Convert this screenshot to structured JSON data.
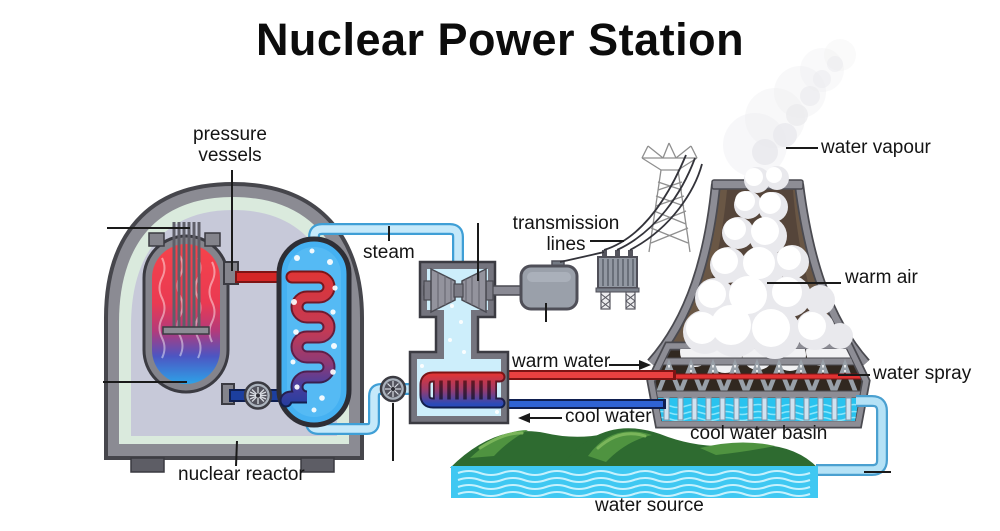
{
  "title": "Nuclear Power Station",
  "labels": {
    "pressure_vessels": "pressure vessels",
    "steam": "steam",
    "transmission_lines": "transmission lines",
    "water_vapour": "water vapour",
    "warm_air": "warm air",
    "warm_water": "warm water",
    "water_spray": "water spray",
    "cool_water": "cool water",
    "cool_water_basin": "cool water basin",
    "nuclear_reactor": "nuclear reactor",
    "water_source": "water source"
  },
  "colors": {
    "hot_red": "#e8404a",
    "cool_blue": "#2fa0e8",
    "steam_pipe_fill": "#c5e9fa",
    "steam_pipe_edge": "#3f9fd6",
    "warm_water_pipe": "#e23232",
    "cool_water_pipe": "#2b5cc8",
    "primary_hot_pipe": "#d42626",
    "primary_cold_pipe": "#1c3f9e",
    "metal_gray": "#8b8b93",
    "containment_lining": "#daeadd",
    "containment_interior": "#c7c9d9",
    "tower_brown": "#6a5745",
    "basin_water": "#29c3ef",
    "grass_green": "#2e6b30",
    "source_water": "#3fc8f2"
  },
  "icons": {
    "pump": "pump-icon",
    "turbine": "turbine-icon",
    "pylon": "transmission-tower-icon"
  }
}
